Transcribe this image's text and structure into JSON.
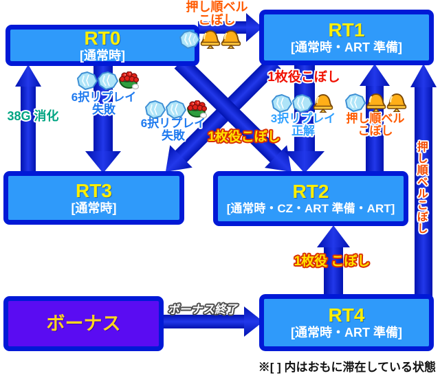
{
  "footnote": "※[ ] 内はおもに滞在している状態",
  "colors": {
    "node_fill": "#2f9afa",
    "node_border": "#0119d6",
    "bonus_fill": "#5a0cf2",
    "arrow_blue": "#1a30e0",
    "title_yellow": "#ffef00",
    "label_orange": "#ff5a00",
    "label_red": "#f01000",
    "label_green": "#00a583",
    "label_blue": "#1d79ef",
    "label_lightblue": "#2fa0ff",
    "label_yellow": "#ffe400"
  },
  "nodes": {
    "rt0": {
      "title": "RT0",
      "subtitle": "[通常時]"
    },
    "rt1": {
      "title": "RT1",
      "subtitle": "[通常時・ART 準備]"
    },
    "rt3": {
      "title": "RT3",
      "subtitle": "[通常時]"
    },
    "rt2": {
      "title": "RT2",
      "subtitle": "[通常時・CZ・ART 準備・ART]"
    },
    "bonus": {
      "title": "ボーナス"
    },
    "rt4": {
      "title": "RT4",
      "subtitle": "[通常時・ART 準備]"
    }
  },
  "labels": {
    "rt0_rt1": {
      "line1": "押し順ベル",
      "line2": "こぼし",
      "icons": [
        "ice-icon",
        "bell-icon",
        "bell-icon"
      ]
    },
    "rt3_rt0": {
      "line1": "38G 消化"
    },
    "rt0_rt3": {
      "line1": "6択リプレイ",
      "line2": "失敗",
      "icons": [
        "ice-icon",
        "ice-icon",
        "sushi-icon"
      ]
    },
    "rt1_rt3": {
      "line1": "6択リプレイ",
      "line2": "失敗",
      "icons": [
        "ice-icon",
        "ice-icon",
        "sushi-icon"
      ]
    },
    "rt0_rt2": {
      "line1": "1枚役こぼし"
    },
    "rt1_rt2_a": {
      "line1": "1枚役こぼし"
    },
    "rt1_rt2_b": {
      "line1": "3択リプレイ",
      "line2": "正解",
      "icons": [
        "ice-icon",
        "ice-icon",
        "bell-icon"
      ]
    },
    "rt2_rt1": {
      "line1": "押し順ベル",
      "line2": "こぼし",
      "icons": [
        "ice-icon",
        "bell-icon",
        "bell-icon"
      ]
    },
    "rt4_rt1": {
      "line1": "押し順ベルこぼし"
    },
    "rt4_rt2": {
      "line1": "1枚役 こぼし"
    },
    "bonus_rt4": {
      "line1": "ボーナス終了"
    }
  }
}
